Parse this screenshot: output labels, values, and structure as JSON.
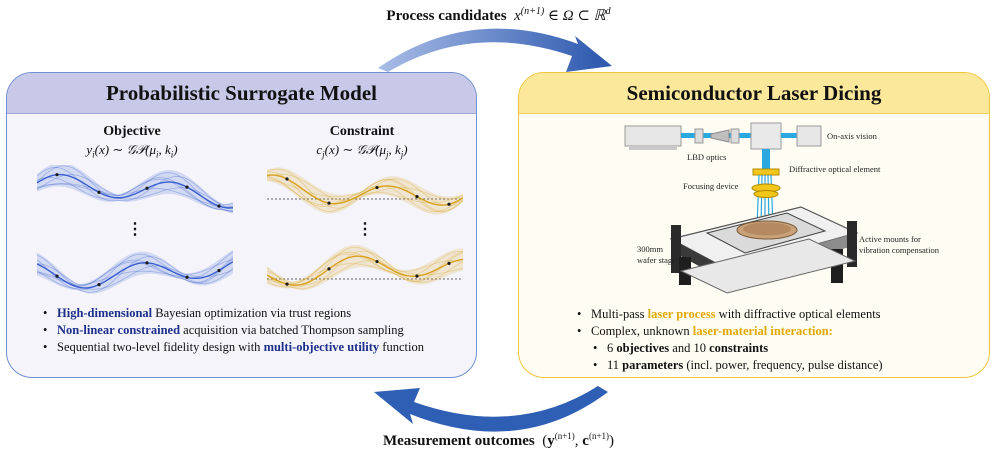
{
  "top_caption": {
    "text": "Process candidates",
    "formula": "x(n+1) ∈ Ω ⊂ ℝd"
  },
  "bottom_caption": {
    "text": "Measurement outcomes",
    "formula": "(y(n+1), c(n+1))"
  },
  "left_panel": {
    "title": "Probabilistic Surrogate Model",
    "objective_title": "Objective",
    "objective_formula": "yi(x) ∼ 𝒢𝒫(μi, ki)",
    "constraint_title": "Constraint",
    "constraint_formula": "cj(x) ∼ 𝒢𝒫(μj, kj)",
    "ellipsis": "⋮",
    "bullets": [
      {
        "highlight": "High-dimensional",
        "text": " Bayesian optimization via trust regions"
      },
      {
        "highlight": "Non-linear constrained",
        "text": " acquisition via batched Thompson sampling"
      },
      {
        "text": "Sequential two-level fidelity design with ",
        "highlight": "multi-objective utility",
        "suffix": " function"
      }
    ]
  },
  "right_panel": {
    "title": "Semiconductor Laser Dicing",
    "labels": {
      "on_axis": "On-axis vision",
      "lbd": "LBD optics",
      "doe": "Diffractive optical element",
      "focus": "Focusing device",
      "stage_1": "300mm",
      "stage_2": "wafer stage",
      "mounts_1": "Active mounts for",
      "mounts_2": "vibration compensation"
    },
    "bullets": {
      "b1_pre": "Multi-pass ",
      "b1_hl": "laser process",
      "b1_post": " with diffractive optical elements",
      "b2_pre": "Complex, unknown ",
      "b2_hl": "laser-material interaction:",
      "b3_pre": "6 ",
      "b3_strong": "objectives",
      "b3_mid": " and 10 ",
      "b3_strong2": "constraints",
      "b4_pre": "11 ",
      "b4_strong": "parameters",
      "b4_post": " (incl. power, frequency, pulse distance)"
    }
  },
  "colors": {
    "blue_border": "#6f8fd0",
    "gold_border": "#f0c63c",
    "arrow": "#2f5fb5",
    "gp_blue": "#3a5fcf",
    "gp_gold": "#d8a21d"
  }
}
